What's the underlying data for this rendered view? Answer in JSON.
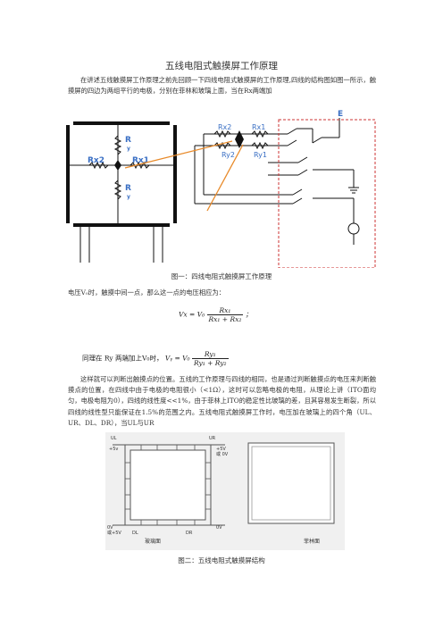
{
  "title": "五线电阻式触摸屏工作原理",
  "intro_paragraph": "在讲述五线触摸屏工作原理之前先回顾一下四线电阻式触摸屏的工作原理,四线的结构图如图一所示，触摸屏的四边为两组平行的电极，分别在菲林和玻璃上面，当在Rx两端加",
  "figure1": {
    "labels": {
      "rx2": "Rx2",
      "rx1": "Rx1",
      "ry_top": "R",
      "ry_top_sub": "y",
      "ry_bottom": "R",
      "ry_bottom_sub": "y",
      "sw_rx2": "Rx2",
      "sw_rx1": "Rx1",
      "sw_ry2": "Ry2",
      "sw_ry1": "Ry1",
      "e_label": "E"
    },
    "caption": "图一：四线电阻式触摸屏工作原理",
    "colors": {
      "box": "#cc3333",
      "blue_label": "#3a6fc4",
      "orange": "#e88a2a",
      "frame": "#111111"
    }
  },
  "voltage_line": "电压V₀时，触摸中间一点，那么这一点的电压相应为：",
  "formula1": {
    "lhs": "Vx = V₀",
    "num": "Rx₁",
    "den": "Rx₁ + Rx₂",
    "tail": "；"
  },
  "formula2": {
    "prefix": "同理在 Ry 两端加上V₀时，",
    "lhs": "Vᵧ = V₀",
    "num": "Ry₁",
    "den": "Ry₁ + Ry₂"
  },
  "body_paragraph": "这样就可以判断出触摸点的位置。五线的工作原理与四线的相同，也是通过判断触摸点的电压来判断触摸点的位置，在四线中由于电极的电阻很小（<1Ω），这时可以忽略电极的电阻，从理论上讲（ITO面均匀，电极电阻为0），四线的线性度<<1%，由于菲林上ITO的稳定性比玻璃的差，且其容易发生断裂，所以四线的线性型只能保证在1.5%的范围之内。五线电阻式触摸屏工作时，电压加在玻璃上的四个角（UL、UR、DL、DR），当UL与UR",
  "figure2": {
    "labels": {
      "ul": "UL",
      "ur": "UR",
      "plus5v_left": "+5v",
      "plus5v_right": "+5V",
      "or0v_right": "或 0V",
      "zero_v_left": "0V",
      "or5v_left": "或+5V",
      "dl": "DL",
      "dr": "DR",
      "zero_v_right": "0V",
      "glass": "玻璃面",
      "film": "菲林面"
    },
    "caption": "图二：五线电阻式触摸屏结构"
  }
}
